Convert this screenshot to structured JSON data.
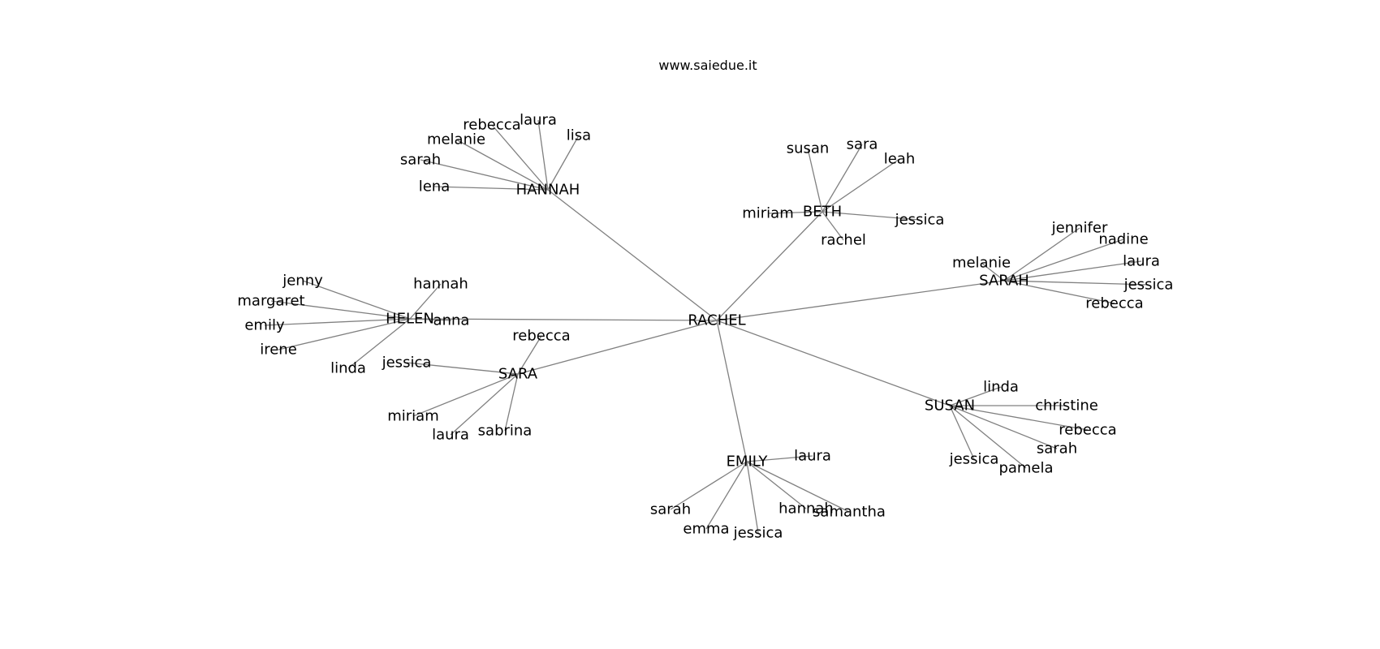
{
  "title": "www.saiedue.it",
  "colors": {
    "edge": "#808080",
    "text": "#000000",
    "background": "#ffffff"
  },
  "graph": {
    "root": "RACHEL",
    "hubs": [
      {
        "name": "HANNAH",
        "children": [
          "rebecca",
          "laura",
          "lisa",
          "melanie",
          "sarah",
          "lena"
        ]
      },
      {
        "name": "BETH",
        "children": [
          "susan",
          "sara",
          "leah",
          "miriam",
          "jessica",
          "rachel"
        ]
      },
      {
        "name": "SARAH",
        "children": [
          "jennifer",
          "nadine",
          "melanie",
          "laura",
          "jessica",
          "rebecca"
        ]
      },
      {
        "name": "HELEN",
        "children": [
          "jenny",
          "hannah",
          "margaret",
          "anna",
          "emily",
          "irene",
          "linda"
        ]
      },
      {
        "name": "SARA",
        "children": [
          "rebecca",
          "jessica",
          "miriam",
          "laura",
          "sabrina"
        ]
      },
      {
        "name": "SUSAN",
        "children": [
          "linda",
          "christine",
          "rebecca",
          "sarah",
          "jessica",
          "pamela"
        ]
      },
      {
        "name": "EMILY",
        "children": [
          "laura",
          "sarah",
          "hannah",
          "samantha",
          "emma",
          "jessica"
        ]
      }
    ]
  }
}
